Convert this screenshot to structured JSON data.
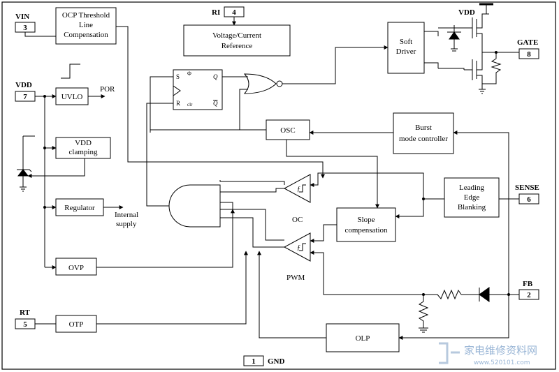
{
  "pins": {
    "vin": {
      "name": "VIN",
      "num": "3"
    },
    "vdd": {
      "name": "VDD",
      "num": "7"
    },
    "rt": {
      "name": "RT",
      "num": "5"
    },
    "ri": {
      "name": "RI",
      "num": "4"
    },
    "gate": {
      "name": "GATE",
      "num": "8"
    },
    "sense": {
      "name": "SENSE",
      "num": "6"
    },
    "fb": {
      "name": "FB",
      "num": "2"
    },
    "gnd": {
      "name": "GND",
      "num": "1"
    }
  },
  "blocks": {
    "ocp_line1": "OCP Threshold",
    "ocp_line2": "Line",
    "ocp_line3": "Compensation",
    "vref_line1": "Voltage/Current",
    "vref_line2": "Reference",
    "soft_line1": "Soft",
    "soft_line2": "Driver",
    "uvlo": "UVLO",
    "vddclamp_line1": "VDD",
    "vddclamp_line2": "clamping",
    "regulator": "Regulator",
    "ovp": "OVP",
    "otp": "OTP",
    "osc": "OSC",
    "burst_line1": "Burst",
    "burst_line2": "mode controller",
    "leb_line1": "Leading",
    "leb_line2": "Edge",
    "leb_line3": "Blanking",
    "slope_line1": "Slope",
    "slope_line2": "compensation",
    "olp": "OLP"
  },
  "labels": {
    "por": "POR",
    "internal_line1": "Internal",
    "internal_line2": "supply",
    "oc": "OC",
    "pwm": "PWM",
    "vdd_top": "VDD",
    "ff_s": "S",
    "ff_q": "Q",
    "ff_r": "R",
    "ff_qbar": "Q",
    "ff_top": "Φ",
    "ff_clr": "clr",
    "comp_sym": "ƒ"
  },
  "watermark": {
    "title": "家电维修资料网",
    "url": "www.520101.com"
  },
  "colors": {
    "line": "#000000",
    "watermark_main": "#9ab6d6",
    "watermark_logo": "#b7c9de"
  }
}
